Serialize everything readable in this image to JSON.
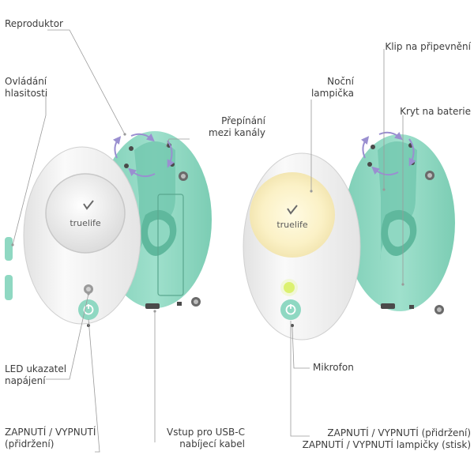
{
  "labels": {
    "reproduktor": "Reproduktor",
    "ovladani": "Ovládání\nhlasitosti",
    "prepinani": "Přepínání\nmezi kanály",
    "led": "LED ukazatel\nnapájení",
    "zapnuti_left": "ZAPNUTÍ / VYPNUTÍ\n(přidržení)",
    "usb": "Vstup pro USB-C\nnabíjecí kabel",
    "nocni": "Noční\nlampička",
    "klip": "Klip na připevnění",
    "kryt": "Kryt na baterie",
    "mikrofon": "Mikrofon",
    "zapnuti_right_1": "ZAPNUTÍ / VYPNUTÍ (přidržení)",
    "zapnuti_right_2": "ZAPNUTÍ / VYPNUTÍ lampičky (stisk)"
  },
  "brand": {
    "name": "truelife"
  },
  "colors": {
    "mint": "#8fd8c2",
    "mint_dark": "#6cc4aa",
    "shell": "#f3f3f3",
    "arrow": "#9a8fd0",
    "led": "#d8ef5a",
    "lamp": "#fbf3cf"
  }
}
